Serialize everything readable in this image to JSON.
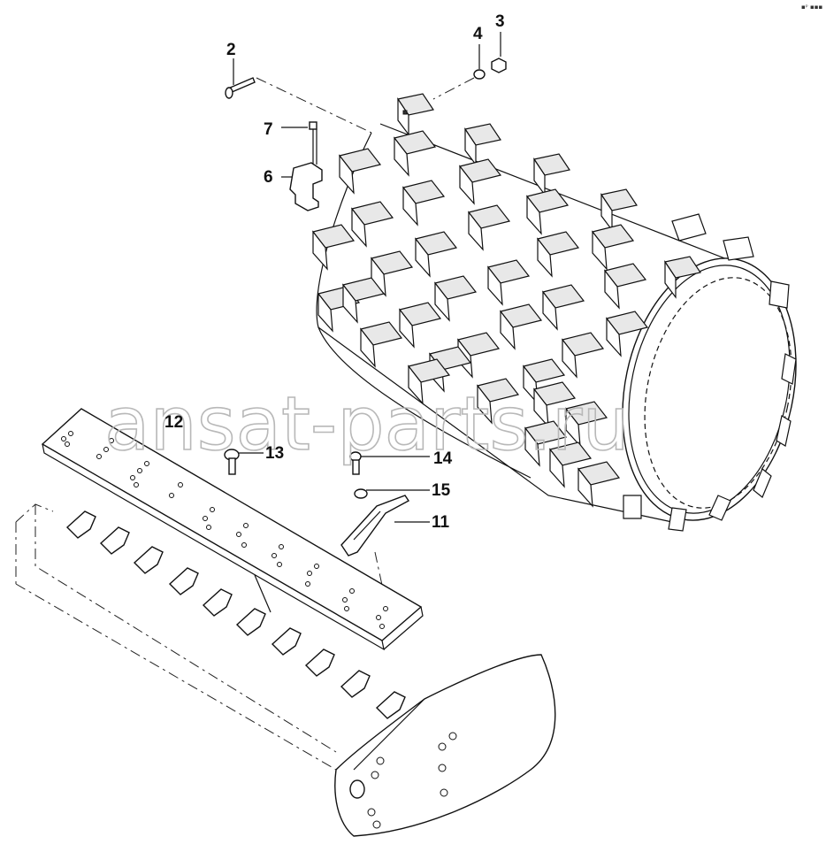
{
  "corner_mark": "▪ᵖ ▪▪▪",
  "watermark": "ansat-parts.ru",
  "callouts": [
    {
      "id": "2",
      "label": "2"
    },
    {
      "id": "3",
      "label": "3"
    },
    {
      "id": "4",
      "label": "4"
    },
    {
      "id": "6",
      "label": "6"
    },
    {
      "id": "7",
      "label": "7"
    },
    {
      "id": "11",
      "label": "11"
    },
    {
      "id": "12",
      "label": "12"
    },
    {
      "id": "13",
      "label": "13"
    },
    {
      "id": "14",
      "label": "14"
    },
    {
      "id": "15",
      "label": "15"
    }
  ]
}
